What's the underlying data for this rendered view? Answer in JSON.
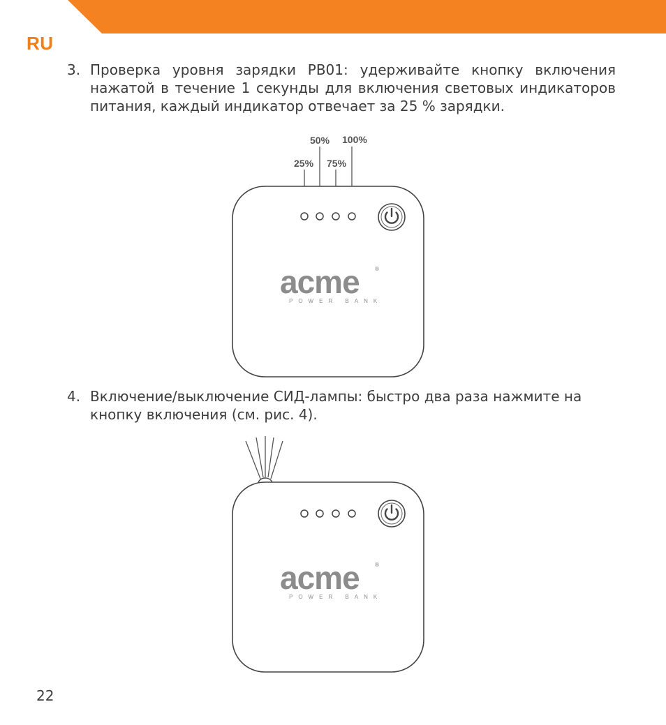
{
  "header": {
    "language": "RU",
    "accent_color": "#f58220"
  },
  "items": [
    {
      "number": "3.",
      "text": "Проверка уровня зарядки PB01: удерживайте кнопку включения нажатой в течение 1 секунды для включения световых индикаторов питания, каждый индикатор отвечает за 25 % зарядки."
    },
    {
      "number": "4.",
      "text": "Включение/выключение СИД-лампы: быстро два раза нажмите на кнопку включения (см. рис. 4)."
    }
  ],
  "figure1": {
    "labels": {
      "l25": "25%",
      "l50": "50%",
      "l75": "75%",
      "l100": "100%"
    },
    "device": {
      "brand": "acme",
      "subtitle": "POWER BANK",
      "registered": "®",
      "power_icon": "power-icon"
    }
  },
  "figure2": {
    "device": {
      "brand": "acme",
      "subtitle": "POWER BANK",
      "registered": "®",
      "power_icon": "power-icon"
    }
  },
  "footer": {
    "page_number": "22"
  }
}
